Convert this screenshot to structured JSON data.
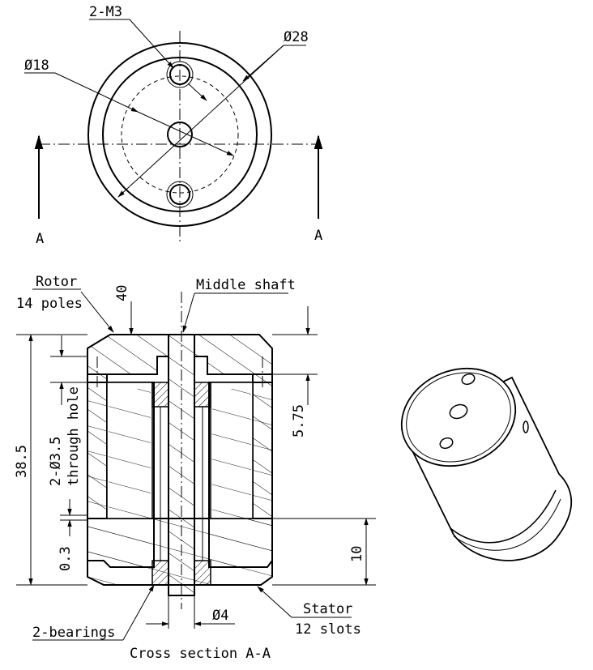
{
  "top_view": {
    "labels": {
      "holes_m3": "2-M3",
      "diameter_28": "Ø28",
      "diameter_18": "Ø18",
      "section_a_left": "A",
      "section_a_right": "A"
    }
  },
  "section": {
    "labels": {
      "rotor_line1": "Rotor",
      "rotor_line2": "14 poles",
      "dim_40": "40",
      "middle_shaft": "Middle shaft",
      "dim_575": "5.75",
      "dim_385": "38.5",
      "through_hole_line1": "2-Ø3.5",
      "through_hole_line2": "through hole",
      "dim_03": "0.3",
      "dim_10": "10",
      "bearings": "2-bearings",
      "dim_4": "Ø4",
      "stator_line1": "Stator",
      "stator_line2": "12 slots",
      "caption": "Cross section A-A"
    }
  }
}
